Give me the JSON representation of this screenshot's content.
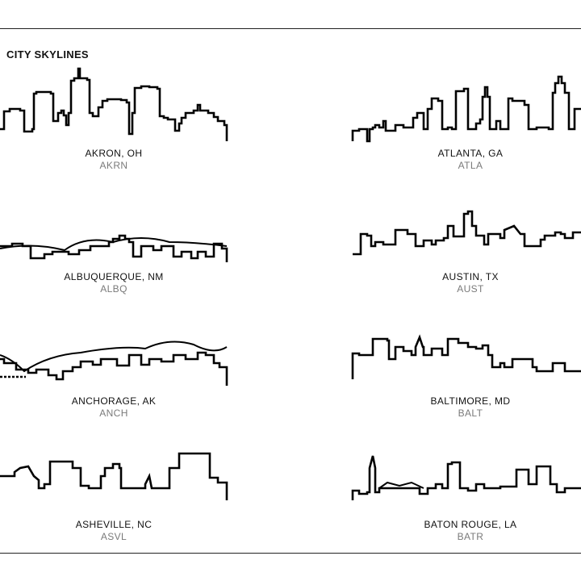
{
  "title": "CITY SKYLINES",
  "cities": [
    {
      "name": "AKRON, OH",
      "code": "AKRN"
    },
    {
      "name": "ATLANTA, GA",
      "code": "ATLA"
    },
    {
      "name": "ALBUQUERQUE, NM",
      "code": "ALBQ"
    },
    {
      "name": "AUSTIN, TX",
      "code": "AUST"
    },
    {
      "name": "ANCHORAGE, AK",
      "code": "ANCH"
    },
    {
      "name": "BALTIMORE, MD",
      "code": "BALT"
    },
    {
      "name": "ASHEVILLE, NC",
      "code": "ASVL"
    },
    {
      "name": "BATON ROUGE, LA",
      "code": "BATR"
    }
  ]
}
